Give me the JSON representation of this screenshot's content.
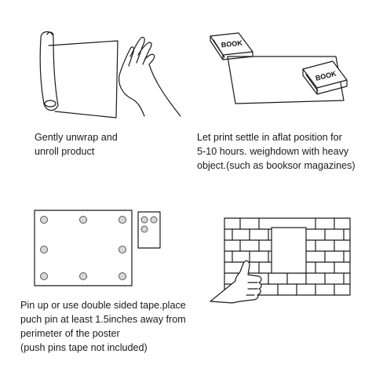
{
  "steps": [
    {
      "lines": [
        "Gently unwrap and",
        "unroll product"
      ]
    },
    {
      "lines": [
        "Let print settle in aflat position for",
        "5-10 hours. weighdown with heavy",
        "object.(such as booksor magazines)"
      ],
      "book_labels": [
        "BOOK",
        "BOOK"
      ]
    },
    {
      "lines": [
        "Pin up or use double sided tape.place",
        "puch pin at least 1.5inches away from",
        "perimeter of the poster",
        "(push pins tape not included)"
      ]
    },
    {
      "lines": []
    }
  ]
}
